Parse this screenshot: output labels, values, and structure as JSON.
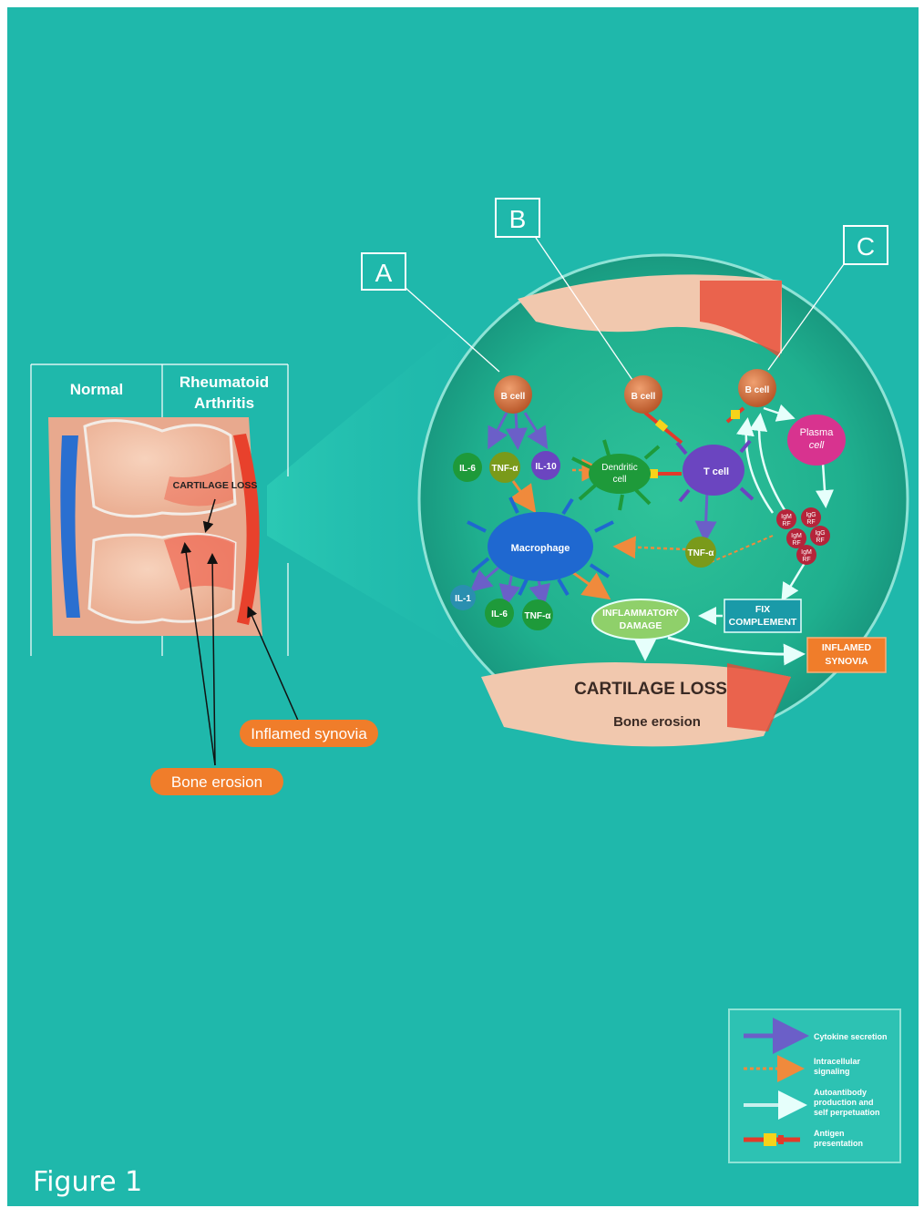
{
  "callouts": {
    "a": "A",
    "b": "B",
    "c": "C"
  },
  "joint": {
    "normal": "Normal",
    "ra_line1": "Rheumatoid",
    "ra_line2": "Arthritis",
    "cartilage_loss": "CARTILAGE LOSS",
    "inflamed_synovia": "Inflamed synovia",
    "bone_erosion": "Bone erosion"
  },
  "cells": {
    "b_cell_a": "B cell",
    "b_cell_b": "B cell",
    "b_cell_c": "B cell",
    "plasma_line1": "Plasma",
    "plasma_line2": "cell",
    "dendritic_line1": "Dendritic",
    "dendritic_line2": "cell",
    "t_cell": "T cell",
    "macrophage": "Macrophage"
  },
  "cytokines": {
    "il6_a": "IL-6",
    "tnf_a": "TNF-α",
    "il10": "IL-10",
    "tnf_t": "TNF-α",
    "il1": "IL-1",
    "il6_m": "IL-6",
    "tnf_m": "TNF-α"
  },
  "antibodies": [
    {
      "l1": "IgM",
      "l2": "RF"
    },
    {
      "l1": "IgG",
      "l2": "RF"
    },
    {
      "l1": "IgM",
      "l2": "RF"
    },
    {
      "l1": "IgG",
      "l2": "RF"
    },
    {
      "l1": "IgM",
      "l2": "RF"
    }
  ],
  "boxes": {
    "inflammatory_line1": "INFLAMMATORY",
    "inflammatory_line2": "DAMAGE",
    "fix_line1": "FIX",
    "fix_line2": "COMPLEMENT",
    "synovia_line1": "INFLAMED",
    "synovia_line2": "SYNOVIA"
  },
  "circle": {
    "cartilage_loss": "CARTILAGE LOSS",
    "bone_erosion": "Bone erosion"
  },
  "legend": {
    "cytokine": "Cytokine secretion",
    "intra_1": "Intracellular",
    "intra_2": "signaling",
    "auto_1": "Autoantibody",
    "auto_2": "production and",
    "auto_3": "self perpetuation",
    "antigen_1": "Antigen",
    "antigen_2": "presentation"
  },
  "colors": {
    "background": "#1fb8ab",
    "cytokine_arrow": "#6b5fc8",
    "signaling_arrow": "#f08a3c",
    "autoantibody_arrow": "#c8f0ee",
    "antigen_arrow": "#e23a2a",
    "label_orange": "#f07d2a"
  },
  "figure_label": "Figure 1"
}
